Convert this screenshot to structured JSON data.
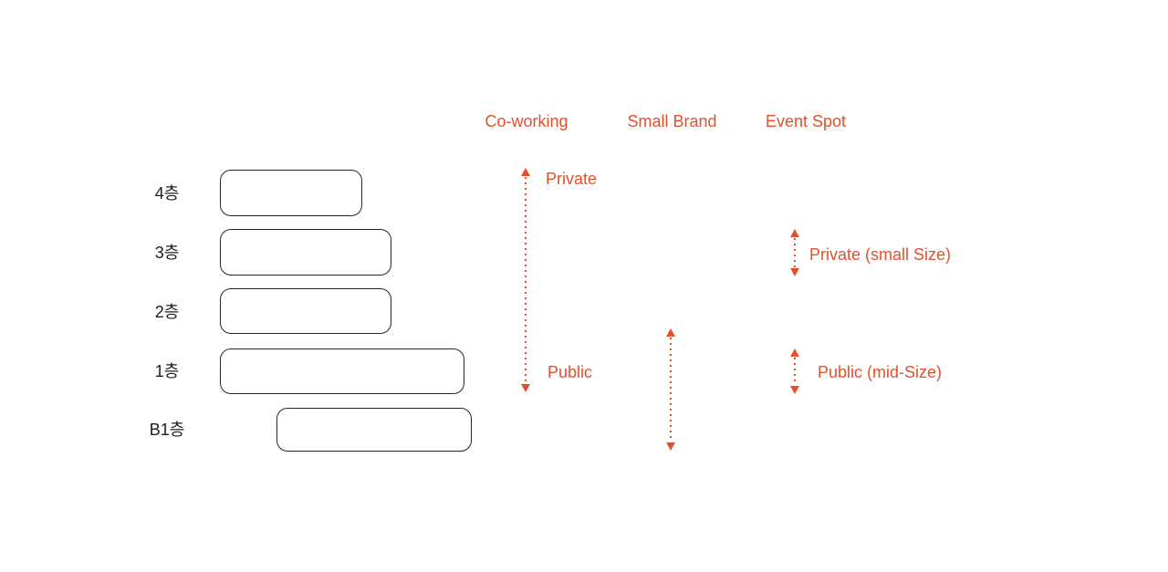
{
  "diagram": {
    "column_headers": [
      "Co-working",
      "Small Brand",
      "Event Spot"
    ],
    "floors": [
      {
        "label": "4층"
      },
      {
        "label": "3층"
      },
      {
        "label": "2층"
      },
      {
        "label": "1층"
      },
      {
        "label": "B1층"
      }
    ],
    "coworking_axis": {
      "top_label": "Private",
      "bottom_label": "Public"
    },
    "event_spot_axis": {
      "upper_label": "Private (small Size)",
      "lower_label": "Public (mid-Size)"
    },
    "colors": {
      "accent": "#E4502C",
      "outline": "#262626"
    }
  }
}
